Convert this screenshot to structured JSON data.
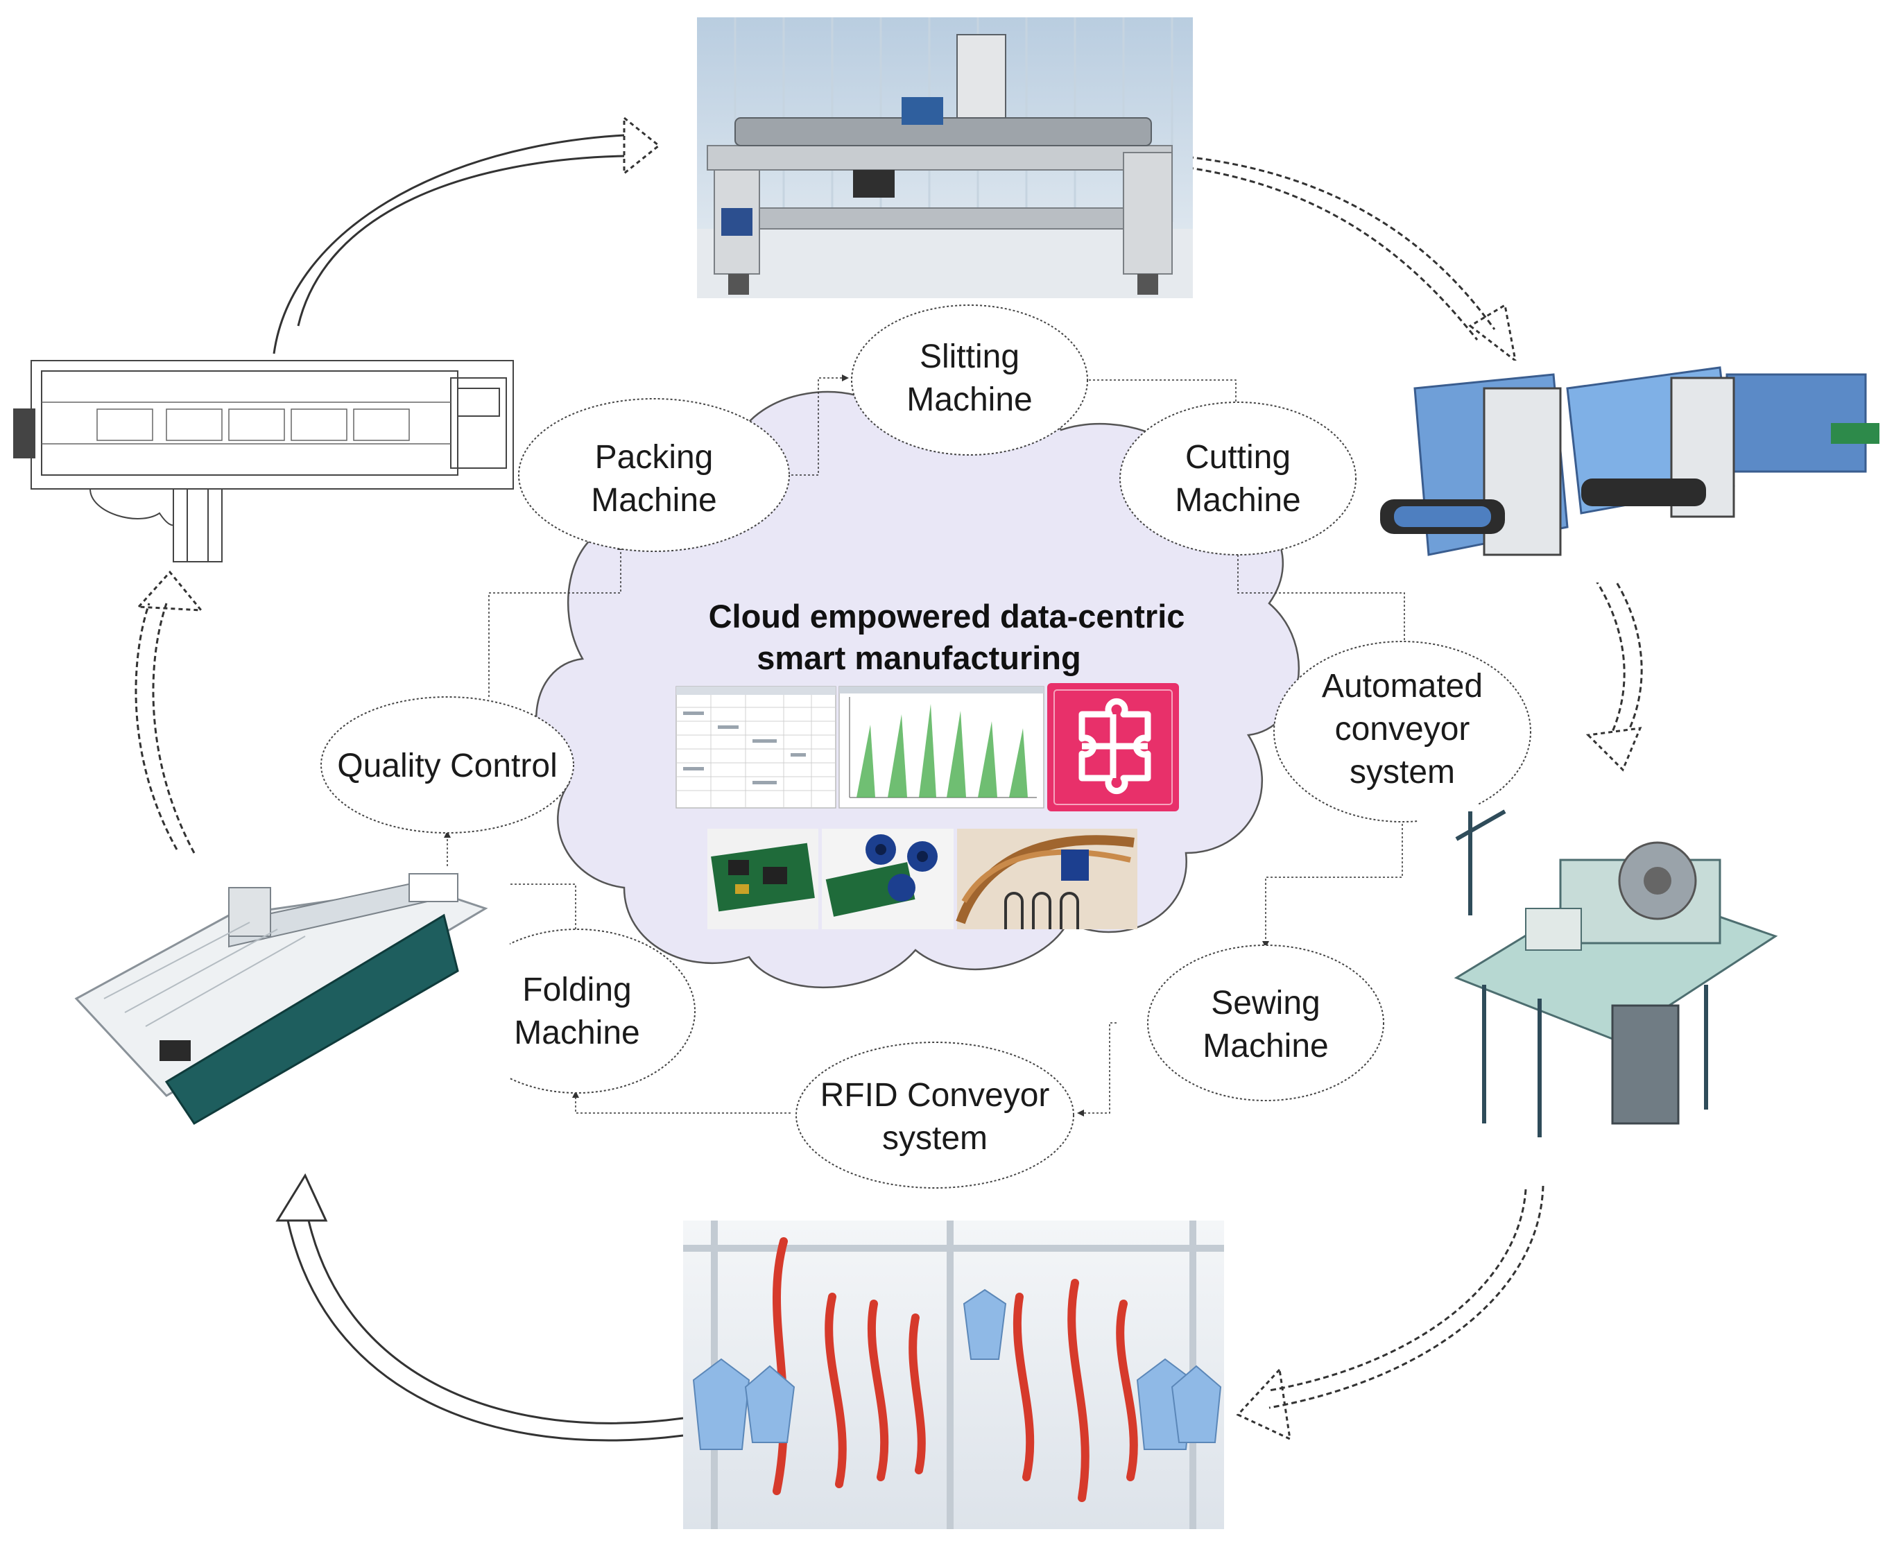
{
  "colors": {
    "cloud_fill": "#e9e7f6",
    "cloud_stroke": "#555555",
    "line": "#333333",
    "chart_green": "#4caf50",
    "puzzle_pink": "#e8306a",
    "pcb_green": "#1f6b3a",
    "steel_blue": "#6f9fd8",
    "teal_machine": "#1e5e5e",
    "conveyor_red": "#d63a2b"
  },
  "cloud": {
    "title_line1": "Cloud empowered data-centric",
    "title_line2": "smart manufacturing"
  },
  "nodes": {
    "slitting": {
      "line1": "Slitting",
      "line2": "Machine"
    },
    "cutting": {
      "line1": "Cutting",
      "line2": "Machine"
    },
    "packing": {
      "line1": "Packing",
      "line2": "Machine"
    },
    "automated_conveyor": {
      "line1": "Automated",
      "line2": "conveyor",
      "line3": "system"
    },
    "quality_control": {
      "line1": "Quality Control"
    },
    "sewing": {
      "line1": "Sewing",
      "line2": "Machine"
    },
    "folding": {
      "line1": "Folding",
      "line2": "Machine"
    },
    "rfid_conveyor": {
      "line1": "RFID Conveyor",
      "line2": "system"
    }
  },
  "photos": {
    "top": "slitting-machine-photo",
    "right_upper": "cutting-machine-photo",
    "right_lower": "automated-conveyor-photo",
    "bottom": "rfid-conveyor-photo",
    "left_lower": "folding-machine-photo",
    "left_upper": "packing-machine-drawing"
  },
  "icons": {
    "puzzle": "puzzle-icon",
    "table": "dashboard-table-thumbnail",
    "chart": "sensor-chart-thumbnail",
    "boards": "circuit-board-thumbnail"
  }
}
